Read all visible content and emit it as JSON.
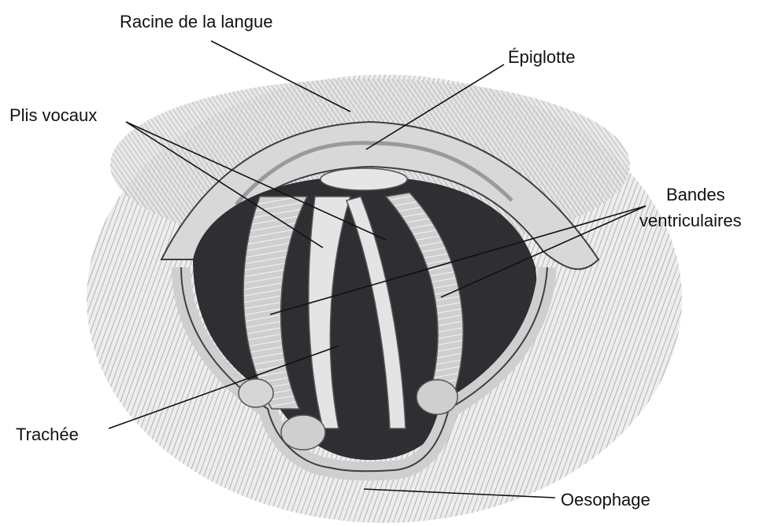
{
  "labels": {
    "tongue_root": "Racine de la langue",
    "epiglottis": "Épiglotte",
    "vocal_folds": "Plis vocaux",
    "ventricular_bands_line1": "Bandes",
    "ventricular_bands_line2": "ventriculaires",
    "trachea": "Trachée",
    "esophagus": "Oesophage"
  },
  "colors": {
    "background": "#ffffff",
    "engraving_light": "#d9d9d9",
    "engraving_mid": "#9a9a9a",
    "engraving_dark": "#3f3f3f",
    "cavity": "#2f2f33",
    "line": "#111111"
  }
}
